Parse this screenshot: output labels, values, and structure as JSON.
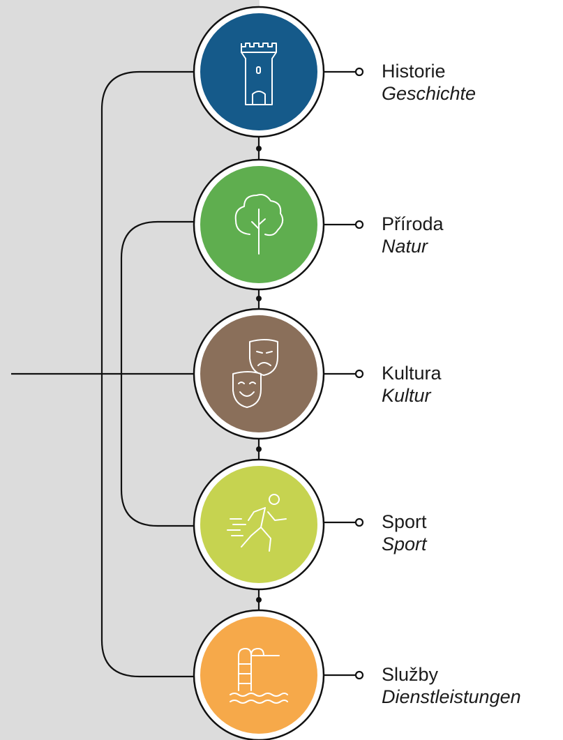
{
  "colors": {
    "background_left": "#dcdcdc",
    "background_right": "#ffffff",
    "line": "#111111",
    "icon_stroke": "#ffffff"
  },
  "categories": [
    {
      "id": "historie",
      "label": "Historie",
      "sublabel": "Geschichte",
      "color": "#155a8a",
      "icon": "tower-icon"
    },
    {
      "id": "priroda",
      "label": "Příroda",
      "sublabel": "Natur",
      "color": "#5fae4f",
      "icon": "tree-icon"
    },
    {
      "id": "kultura",
      "label": "Kultura",
      "sublabel": "Kultur",
      "color": "#8a6f5a",
      "icon": "theater-masks-icon"
    },
    {
      "id": "sport",
      "label": "Sport",
      "sublabel": "Sport",
      "color": "#c6d350",
      "icon": "runner-icon"
    },
    {
      "id": "sluzby",
      "label": "Služby",
      "sublabel": "Dienstleistungen",
      "color": "#f6a94a",
      "icon": "pool-ladder-icon"
    }
  ]
}
